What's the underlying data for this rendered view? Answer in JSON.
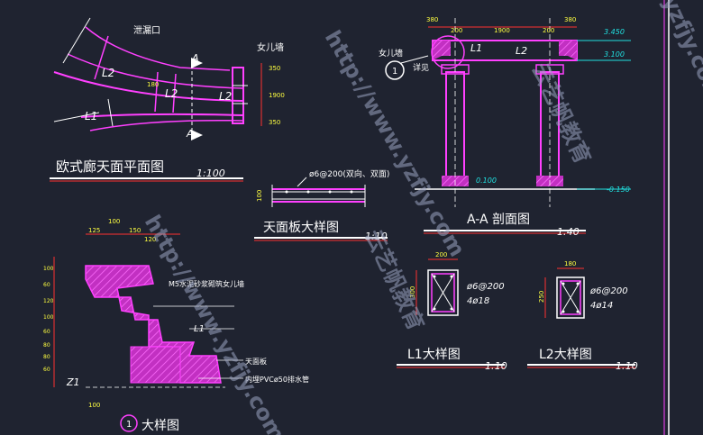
{
  "colors": {
    "background": "#1f2330",
    "line_magenta": "#ff40ff",
    "line_white": "#ffffff",
    "line_cyan": "#20e0e0",
    "line_yellow": "#ffff40",
    "line_red": "#ff3030"
  },
  "plan": {
    "title": "欧式廊天面平面图",
    "scale": "1:100",
    "label_drain": "泄漏口",
    "label_parapet": "女儿墙",
    "labels": [
      "L2",
      "L2",
      "L2",
      "L1"
    ],
    "section_mark": "A",
    "dims": [
      "350",
      "1900",
      "350",
      "180"
    ]
  },
  "slab": {
    "title": "天面板大样图",
    "scale": "1:10",
    "rebar_note": "ø6@200(双向、双面)",
    "dim": "100"
  },
  "section": {
    "title": "A-A 剖面图",
    "scale": "1:40",
    "top_dims": [
      "380",
      "200",
      "1900",
      "200",
      "380"
    ],
    "label_parapet": "女儿墙",
    "label_detail": "详见",
    "detail_no": "1",
    "beams": [
      "L1",
      "L2"
    ],
    "elevations": [
      "3.450",
      "3.100",
      "0.100",
      "-0.150"
    ]
  },
  "detail": {
    "title": "大样图",
    "number": "1",
    "dims_top": [
      "100",
      "125",
      "150",
      "120"
    ],
    "dims_left": [
      "100",
      "60",
      "120",
      "100",
      "60",
      "80",
      "80",
      "60"
    ],
    "dim_bottom": "100",
    "note_wall": "M5水泥砂浆砌筑女儿墙",
    "note_slab": "天面板",
    "note_pipe": "内埋PVCø50排水管",
    "beam_label": "L1",
    "col_label": "Z1"
  },
  "beam_l1": {
    "title": "L1大样图",
    "scale": "1:10",
    "width": "200",
    "height": "300",
    "stirrup": "ø6@200",
    "main": "4ø18"
  },
  "beam_l2": {
    "title": "L2大样图",
    "scale": "1:10",
    "width": "180",
    "height": "250",
    "stirrup": "ø6@200",
    "main": "4ø14"
  },
  "watermarks": [
    "http://www.yzfjy.com",
    "云艺帆教育",
    "http://www.yzfjy.com",
    "云艺帆教育",
    "yzfjy.com"
  ]
}
